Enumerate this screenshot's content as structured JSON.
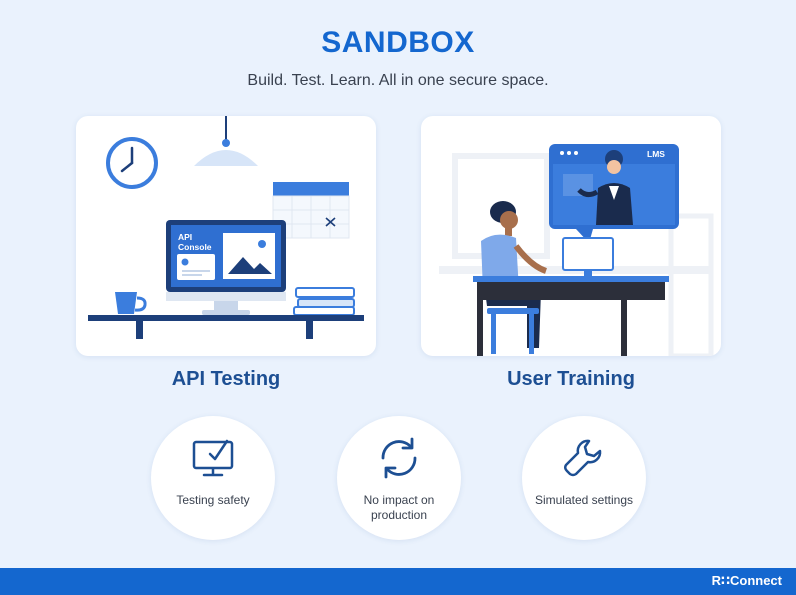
{
  "header": {
    "title": "SANDBOX",
    "subtitle": "Build. Test. Learn. All in one secure space."
  },
  "cards": [
    {
      "label": "API Testing",
      "illustration": {
        "monitor_text_line1": "API",
        "monitor_text_line2": "Console",
        "icons": [
          "clock-icon",
          "lamp-icon",
          "calendar-icon",
          "monitor-icon",
          "mug-icon",
          "books-icon"
        ]
      }
    },
    {
      "label": "User Training",
      "illustration": {
        "screen_badge": "LMS",
        "icons": [
          "video-call-icon",
          "person-icon",
          "laptop-icon",
          "stool-icon"
        ]
      }
    }
  ],
  "features": [
    {
      "label": "Testing safety",
      "icon": "monitor-check-icon"
    },
    {
      "label": "No impact on production",
      "icon": "refresh-icon"
    },
    {
      "label": "Simulated settings",
      "icon": "wrench-icon"
    }
  ],
  "footer": {
    "logo_text": "R∷Connect"
  },
  "colors": {
    "background": "#eaf2fd",
    "accent": "#1467cf",
    "heading_dark": "#1d4f93",
    "illustration_blue": "#3b7ddd",
    "illustration_navy": "#1d3f7a"
  }
}
